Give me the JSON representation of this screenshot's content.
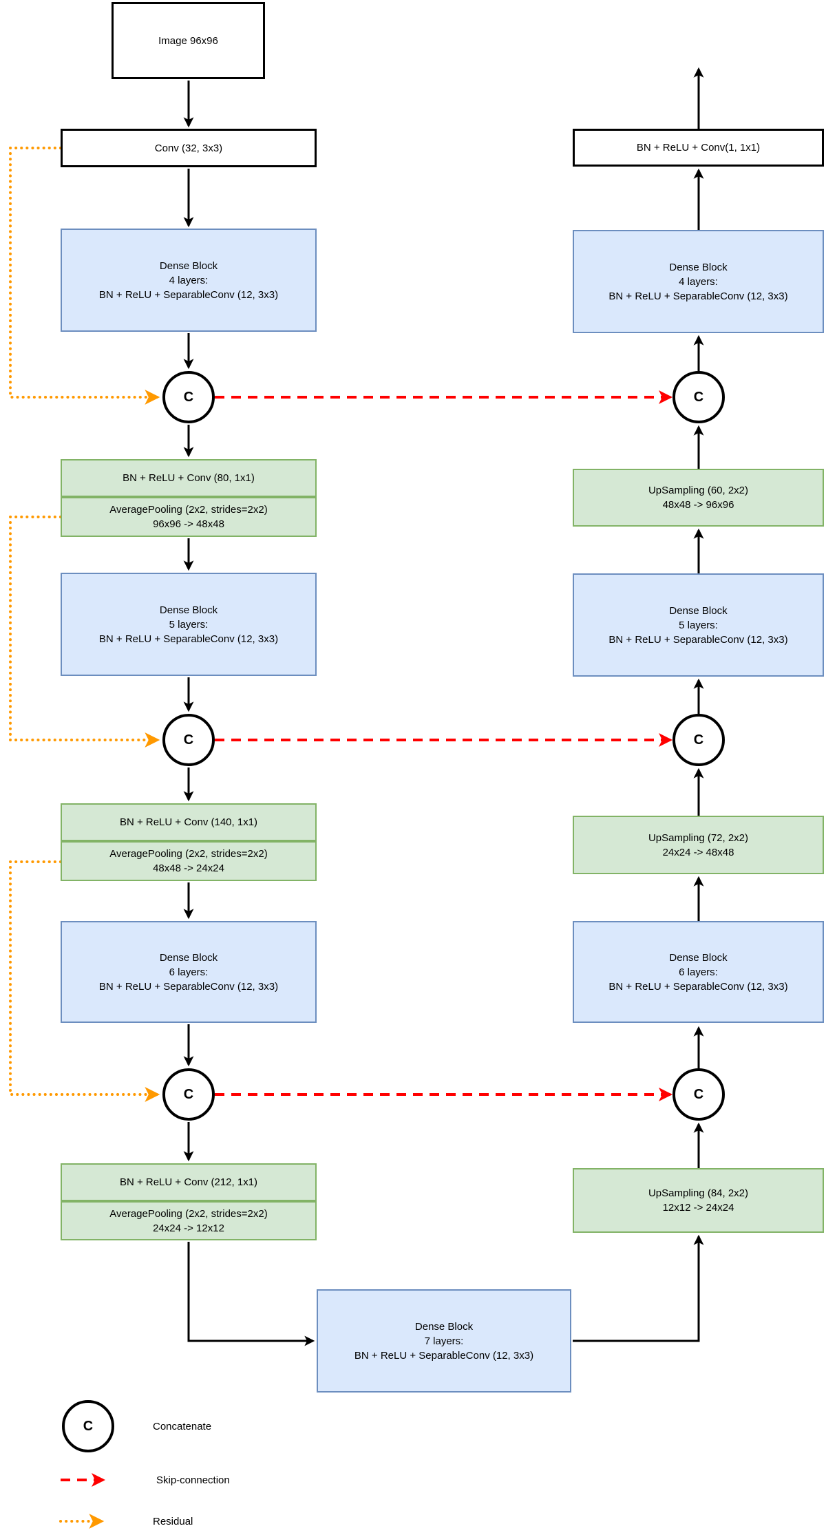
{
  "concat_symbol": "C",
  "blocks": {
    "input_image": {
      "line1": "Image 96x96"
    },
    "input_conv": {
      "line1": "Conv (32, 3x3)"
    },
    "enc_dense_1": {
      "line1": "Dense Block",
      "line2": "4 layers:",
      "line3": "BN + ReLU + SeparableConv (12, 3x3)"
    },
    "enc_conv_1": {
      "line1": "BN + ReLU + Conv (80, 1x1)"
    },
    "enc_pool_1": {
      "line1": "AveragePooling (2x2, strides=2x2)",
      "line2": "96x96 -> 48x48"
    },
    "enc_dense_2": {
      "line1": "Dense Block",
      "line2": "5 layers:",
      "line3": "BN + ReLU + SeparableConv (12, 3x3)"
    },
    "enc_conv_2": {
      "line1": "BN + ReLU + Conv (140, 1x1)"
    },
    "enc_pool_2": {
      "line1": "AveragePooling (2x2, strides=2x2)",
      "line2": "48x48 -> 24x24"
    },
    "enc_dense_3": {
      "line1": "Dense Block",
      "line2": "6 layers:",
      "line3": "BN + ReLU + SeparableConv (12, 3x3)"
    },
    "enc_conv_3": {
      "line1": "BN + ReLU + Conv (212, 1x1)"
    },
    "enc_pool_3": {
      "line1": "AveragePooling (2x2, strides=2x2)",
      "line2": "24x24 -> 12x12"
    },
    "bottleneck": {
      "line1": "Dense Block",
      "line2": "7 layers:",
      "line3": "BN + ReLU + SeparableConv (12, 3x3)"
    },
    "dec_up_3": {
      "line1": "UpSampling (84, 2x2)",
      "line2": "12x12 -> 24x24"
    },
    "dec_dense_3": {
      "line1": "Dense Block",
      "line2": "6 layers:",
      "line3": "BN + ReLU + SeparableConv (12, 3x3)"
    },
    "dec_up_2": {
      "line1": "UpSampling (72, 2x2)",
      "line2": "24x24 -> 48x48"
    },
    "dec_dense_2": {
      "line1": "Dense Block",
      "line2": "5 layers:",
      "line3": "BN + ReLU + SeparableConv (12, 3x3)"
    },
    "dec_up_1": {
      "line1": "UpSampling (60, 2x2)",
      "line2": "48x48 -> 96x96"
    },
    "dec_dense_1": {
      "line1": "Dense Block",
      "line2": "4 layers:",
      "line3": "BN + ReLU + SeparableConv (12, 3x3)"
    },
    "output_conv": {
      "line1": "BN + ReLU + Conv(1, 1x1)"
    }
  },
  "legend": {
    "concatenate": "Concatenate",
    "skip_connection": "Skip-connection",
    "residual": "Residual"
  },
  "colors": {
    "dense_block_fill": "#dae8fc",
    "dense_block_border": "#6c8ebf",
    "transition_fill": "#d5e8d4",
    "transition_border": "#82b366",
    "skip_connection": "#ff0000",
    "residual": "#ff9900",
    "flow": "#000000"
  }
}
